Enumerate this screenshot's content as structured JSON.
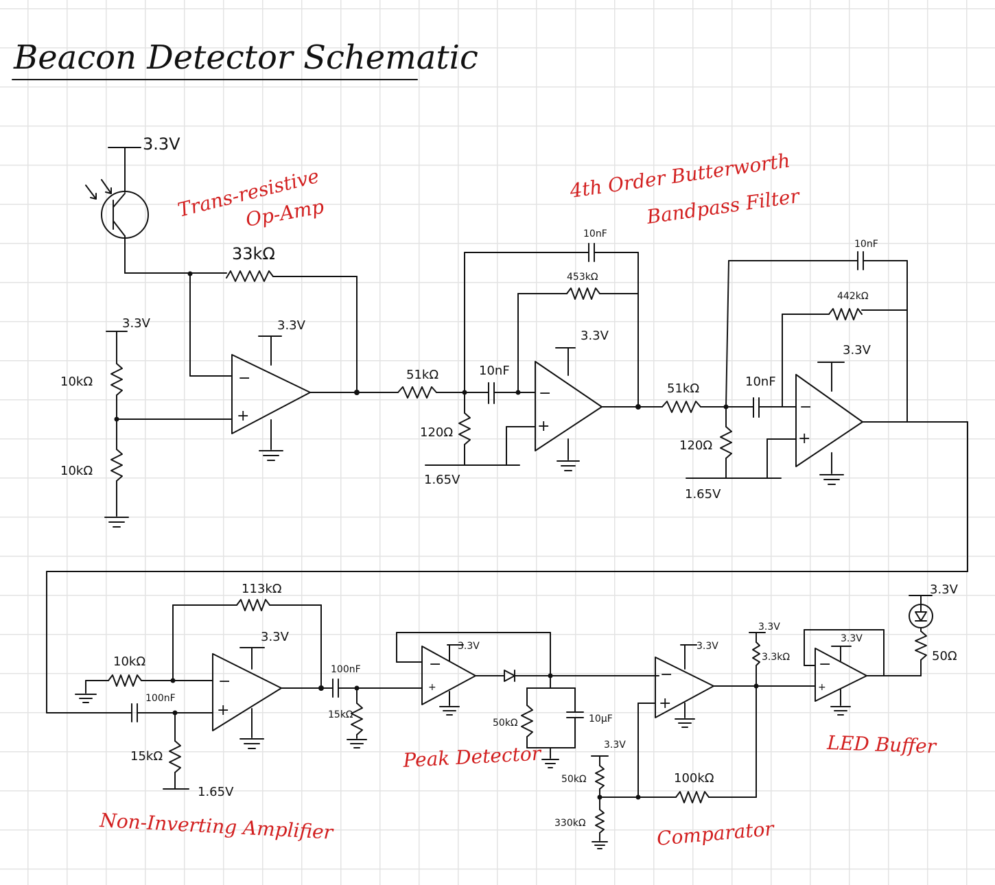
{
  "title": "Beacon Detector Schematic",
  "section_labels": {
    "trans_line1": "Trans-resistive",
    "trans_line2": "Op-Amp",
    "bpf_line1": "4th Order Butterworth",
    "bpf_line2": "Bandpass Filter",
    "noninv": "Non-Inverting Amplifier",
    "peak": "Peak Detector",
    "comparator": "Comparator",
    "led_buffer": "LED Buffer"
  },
  "components": {
    "supply_phototransistor": "3.3V",
    "supply_divider": "3.3V",
    "supply_opamp1": "3.3V",
    "r_feedback_1": "33kΩ",
    "r_div_top": "10kΩ",
    "r_div_bottom": "10kΩ",
    "r_in_2": "51kΩ",
    "c_in_2": "10nF",
    "r_shunt_2": "120Ω",
    "bias_2": "1.65V",
    "c_fb_2": "10nF",
    "r_fb_2": "453kΩ",
    "supply_opamp2": "3.3V",
    "r_in_3": "51kΩ",
    "c_in_3": "10nF",
    "r_shunt_3": "120Ω",
    "bias_3": "1.65V",
    "c_fb_3": "10nF",
    "r_fb_3": "442kΩ",
    "supply_opamp3": "3.3V",
    "r_in_4": "10kΩ",
    "r_fb_4": "113kΩ",
    "supply_opamp4": "3.3V",
    "c_in_4": "100nF",
    "r_bias_4": "15kΩ",
    "bias_4": "1.65V",
    "c_couple_5": "100nF",
    "r_couple_5": "15kΩ",
    "supply_opamp5": "3.3V",
    "r_peak": "50kΩ",
    "c_peak": "10μF",
    "supply_ref": "3.3V",
    "r_ref_top": "50kΩ",
    "r_ref_bottom": "330kΩ",
    "r_hyst": "100kΩ",
    "supply_opamp6": "3.3V",
    "supply_pullup": "3.3V",
    "r_pullup": "3.3kΩ",
    "supply_opamp7": "3.3V",
    "supply_led": "3.3V",
    "r_led": "50Ω"
  },
  "signs": {
    "minus": "−",
    "plus": "+"
  }
}
